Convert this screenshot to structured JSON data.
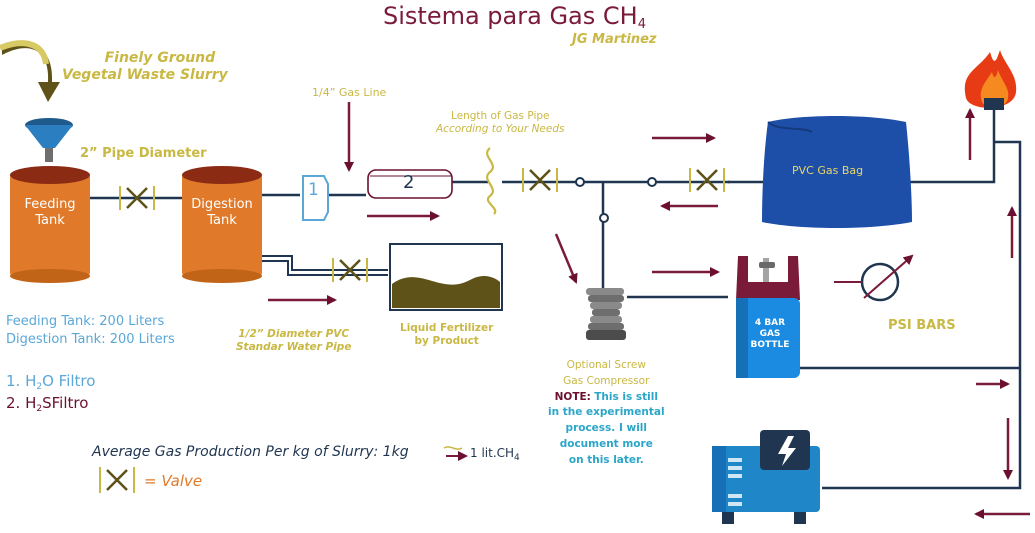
{
  "title": "Sistema para Gas CH",
  "title_sub": "4",
  "author": "JG Martinez",
  "labels": {
    "slurry_line1": "Finely Ground",
    "slurry_line2": "Vegetal Waste Slurry",
    "pipe_diameter": "2” Pipe Diameter",
    "gas_line": "1/4” Gas Line",
    "gas_pipe_line1": "Length of Gas Pipe",
    "gas_pipe_line2": "According to Your Needs",
    "pvc_line1": "1/2” Diameter PVC",
    "pvc_line2": "Standar Water Pipe",
    "fert_line1": "Liquid Fertilizer",
    "fert_line2": "by Product",
    "compressor_line1": "Optional Screw",
    "compressor_line2": "Gas Compressor",
    "note_label": "NOTE:",
    "note_line1": "This is still",
    "note_line2": "in the experimental",
    "note_line3": "process. I will",
    "note_line4": "document more",
    "note_line5": "on this later.",
    "psi": "PSI BARS",
    "gas_bag": "PVC Gas Bag",
    "bottle_line1": "4 BAR",
    "bottle_line2": "GAS",
    "bottle_line3": "BOTTLE",
    "feeding_tank_line1": "Feeding",
    "feeding_tank_line2": "Tank",
    "digestion_tank_line1": "Digestion",
    "digestion_tank_line2": "Tank",
    "filter1_number": "1",
    "filter2_number": "2"
  },
  "specs": {
    "feeding_capacity": "Feeding Tank: 200 Liters",
    "digestion_capacity": "Digestion Tank: 200 Liters"
  },
  "legend": {
    "filter1_prefix": "1. H",
    "filter1_sub": "2",
    "filter1_suffix": "O Filtro",
    "filter2_prefix": "2. H",
    "filter2_sub": "2",
    "filter2_suffix": "SFiltro",
    "production_text": "Average Gas Production Per kg of Slurry: 1kg",
    "production_result": "1 lit.CH",
    "production_result_sub": "4",
    "valve_text": "= Valve"
  },
  "colors": {
    "maroon": "#6b1030",
    "pipe": "#1f3550",
    "olive": "#c9b843",
    "orange": "#e07a2a",
    "blue": "#5ba7d8",
    "bag": "#1e4fa8",
    "fert": "#5e5218"
  },
  "icons": [
    "funnel-icon",
    "slurry-arrow-icon",
    "flame-icon",
    "generator-icon",
    "lightning-icon",
    "pressure-gauge-icon",
    "valve-icon",
    "gas-bottle-icon",
    "compressor-icon"
  ]
}
